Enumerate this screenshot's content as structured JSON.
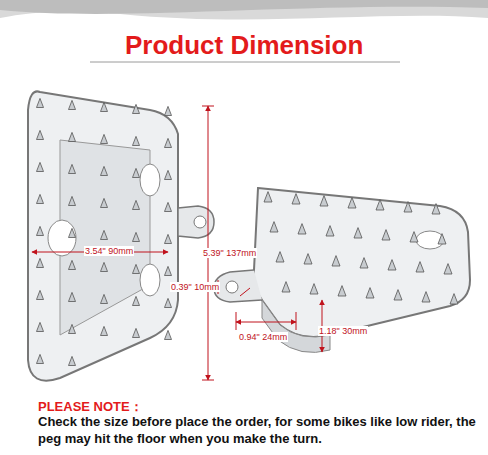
{
  "diagram": {
    "title": "Product Dimension",
    "labels": [
      "3.54\" 90mm",
      "5.39\" 137mm",
      "0.39\" 10mm",
      "0.94\" 24mm",
      "1.18\" 30mm",
      "PLEASE NOTE：",
      "Check the size before place the order, for some bikes like low rider, the peg may hit the floor when you make the turn."
    ]
  }
}
